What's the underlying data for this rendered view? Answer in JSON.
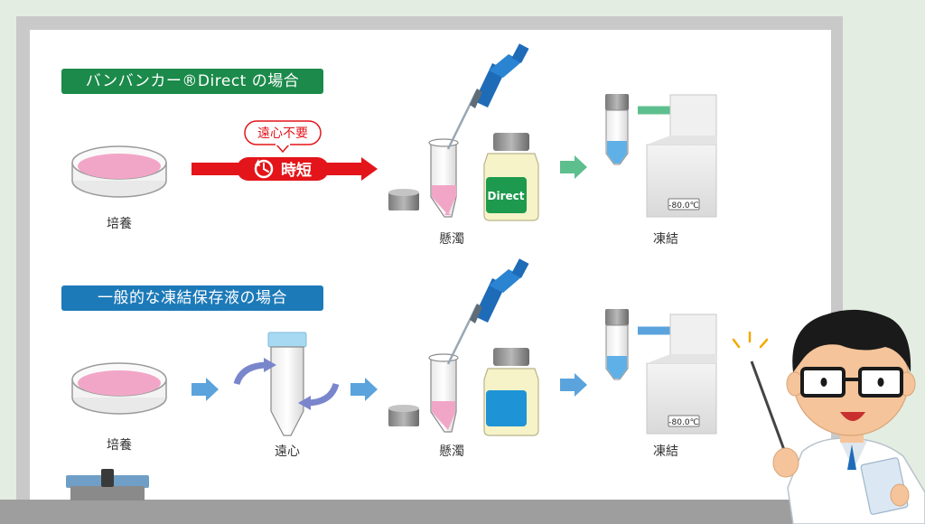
{
  "direct_section": {
    "title": "バンバンカー®Direct の場合",
    "callout": "遠心不要",
    "time_label": "時短",
    "bottle_label": "Direct",
    "steps": {
      "culture": "培養",
      "suspend": "懸濁",
      "freeze": "凍結"
    },
    "freezer_display": "-80.0℃"
  },
  "general_section": {
    "title": "一般的な凍結保存液の場合",
    "steps": {
      "culture": "培養",
      "centrifuge": "遠心",
      "suspend": "懸濁",
      "freeze": "凍結"
    },
    "freezer_display": "-80.0℃"
  },
  "colors": {
    "green_banner": "#1b8a4a",
    "blue_banner": "#1d7ab8",
    "red_arrow": "#e3151a",
    "green_arrow": "#5dbf8e",
    "blue_arrow": "#5ba3dc",
    "pink_medium": "#f2a6c7"
  }
}
